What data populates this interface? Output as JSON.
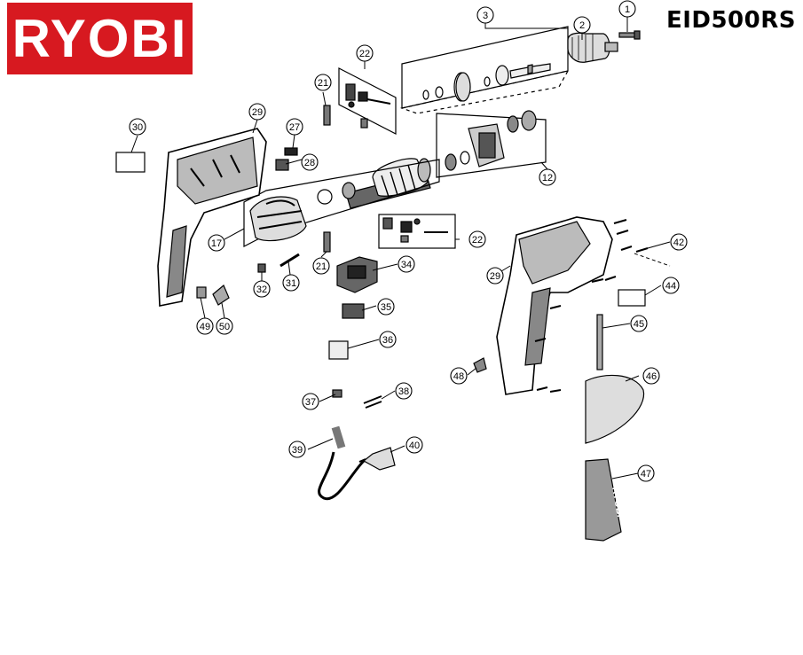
{
  "brand": {
    "logo_text": "RYOBI",
    "logo_color": "#d71920"
  },
  "model": "EID500RS",
  "callouts": [
    "1",
    "2",
    "3",
    "12",
    "17",
    "21",
    "21",
    "22",
    "22",
    "27",
    "28",
    "29",
    "29",
    "30",
    "31",
    "32",
    "34",
    "35",
    "36",
    "37",
    "38",
    "39",
    "40",
    "42",
    "44",
    "45",
    "46",
    "47",
    "48",
    "49",
    "50"
  ],
  "handle_text": "RYOBI"
}
